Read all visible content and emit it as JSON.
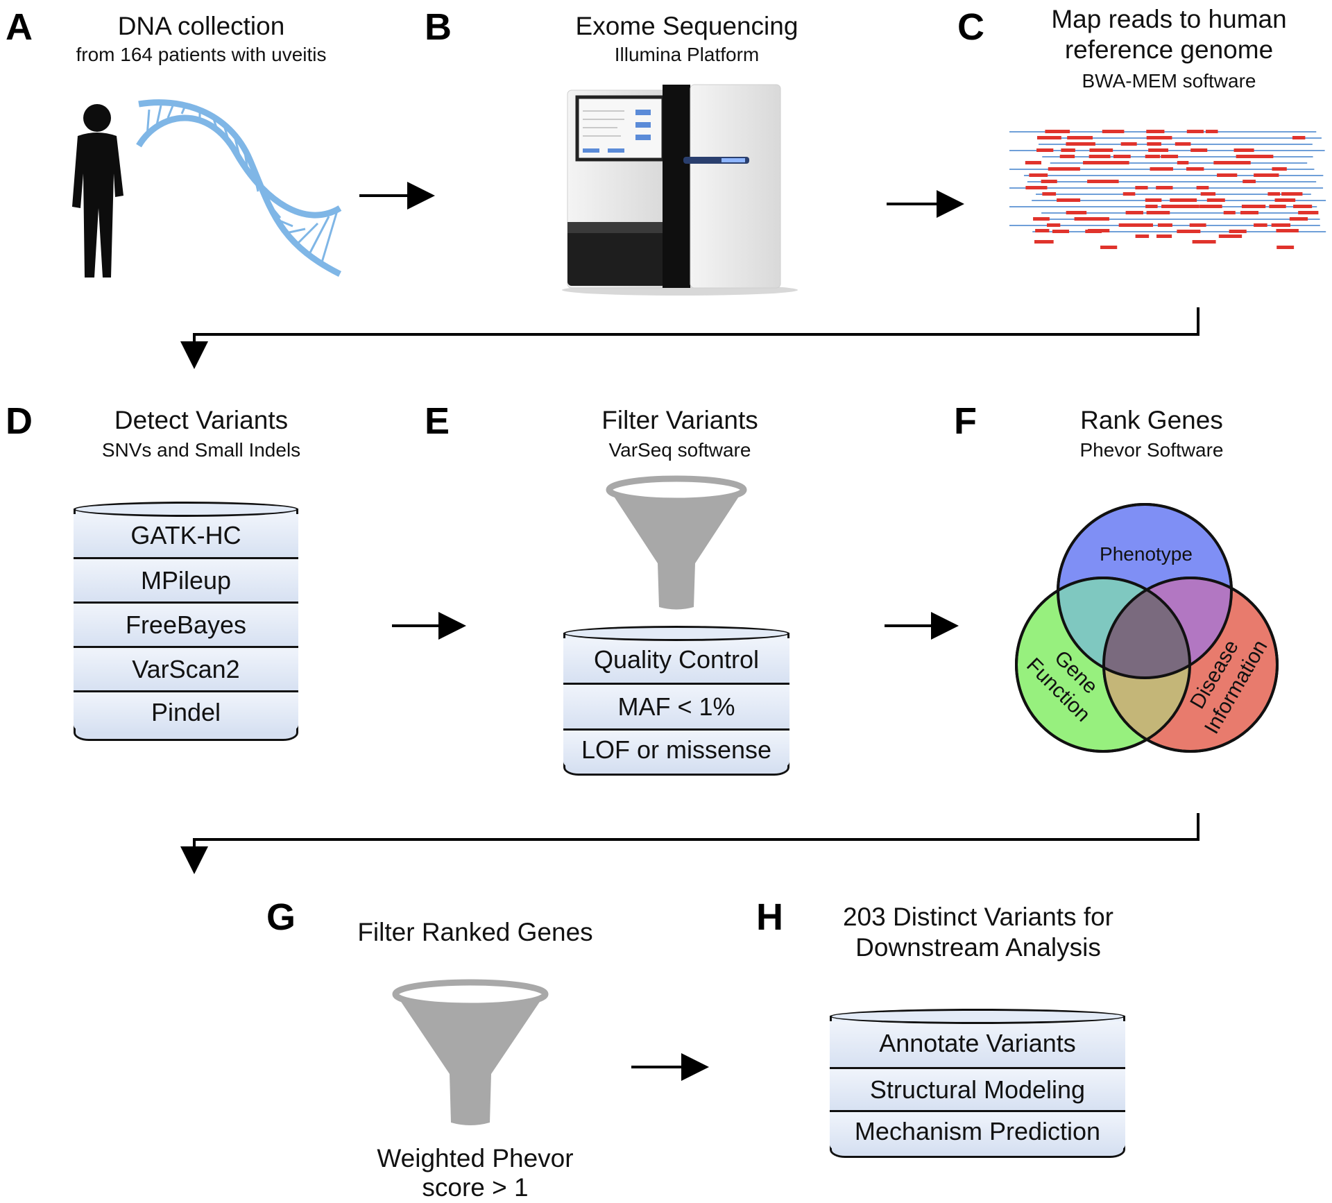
{
  "panels": {
    "A": {
      "letter": "A",
      "title": "DNA collection",
      "subtitle": "from 164 patients with uveitis"
    },
    "B": {
      "letter": "B",
      "title": "Exome Sequencing",
      "subtitle": "Illumina Platform"
    },
    "C": {
      "letter": "C",
      "title_line1": "Map reads to human",
      "title_line2": "reference genome",
      "subtitle": "BWA-MEM software"
    },
    "D": {
      "letter": "D",
      "title": "Detect Variants",
      "subtitle": "SNVs and Small Indels",
      "tools": [
        "GATK-HC",
        "MPileup",
        "FreeBayes",
        "VarScan2",
        "Pindel"
      ]
    },
    "E": {
      "letter": "E",
      "title": "Filter Variants",
      "subtitle": "VarSeq software",
      "filters": [
        "Quality Control",
        "MAF < 1%",
        "LOF or missense"
      ]
    },
    "F": {
      "letter": "F",
      "title": "Rank Genes",
      "subtitle": "Phevor Software",
      "venn": {
        "top": "Phenotype",
        "left_line1": "Gene",
        "left_line2": "Function",
        "right_line1": "Disease",
        "right_line2": "Information",
        "colors": {
          "top": "#7f8ff5",
          "left": "#97f07e",
          "right": "#e87b6d"
        }
      }
    },
    "G": {
      "letter": "G",
      "title": "Filter Ranked Genes",
      "caption_line1": "Weighted Phevor",
      "caption_line2": "score > 1"
    },
    "H": {
      "letter": "H",
      "title_line1": "203 Distinct Variants for",
      "title_line2": "Downstream Analysis",
      "steps": [
        "Annotate Variants",
        "Structural Modeling",
        "Mechanism Prediction"
      ]
    }
  },
  "colors": {
    "funnel": "#a8a8a8",
    "dna": "#7fb6e6",
    "read": "#e0332c",
    "ref": "#6f9fd8",
    "cylinder": "#dfe7f5"
  }
}
